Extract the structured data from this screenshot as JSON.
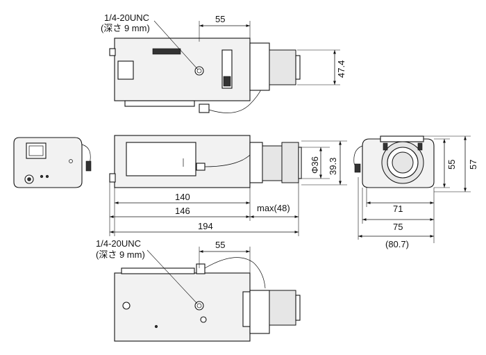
{
  "thread_label_1": "1/4-20UNC",
  "depth_label_1": "(深さ 9 mm)",
  "thread_label_2": "1/4-20UNC",
  "depth_label_2": "(深さ 9 mm)",
  "dims": {
    "top_hole_offset": "55",
    "top_height": "47.4",
    "side_dia": "Φ36",
    "side_height": "39.3",
    "side_body": "140",
    "side_body_lens": "146",
    "side_max": "max(48)",
    "side_total": "194",
    "front_height": "55",
    "front_total_height": "57",
    "front_width": "71",
    "front_width2": "75",
    "front_width3": "(80.7)",
    "bottom_hole_offset": "55"
  }
}
